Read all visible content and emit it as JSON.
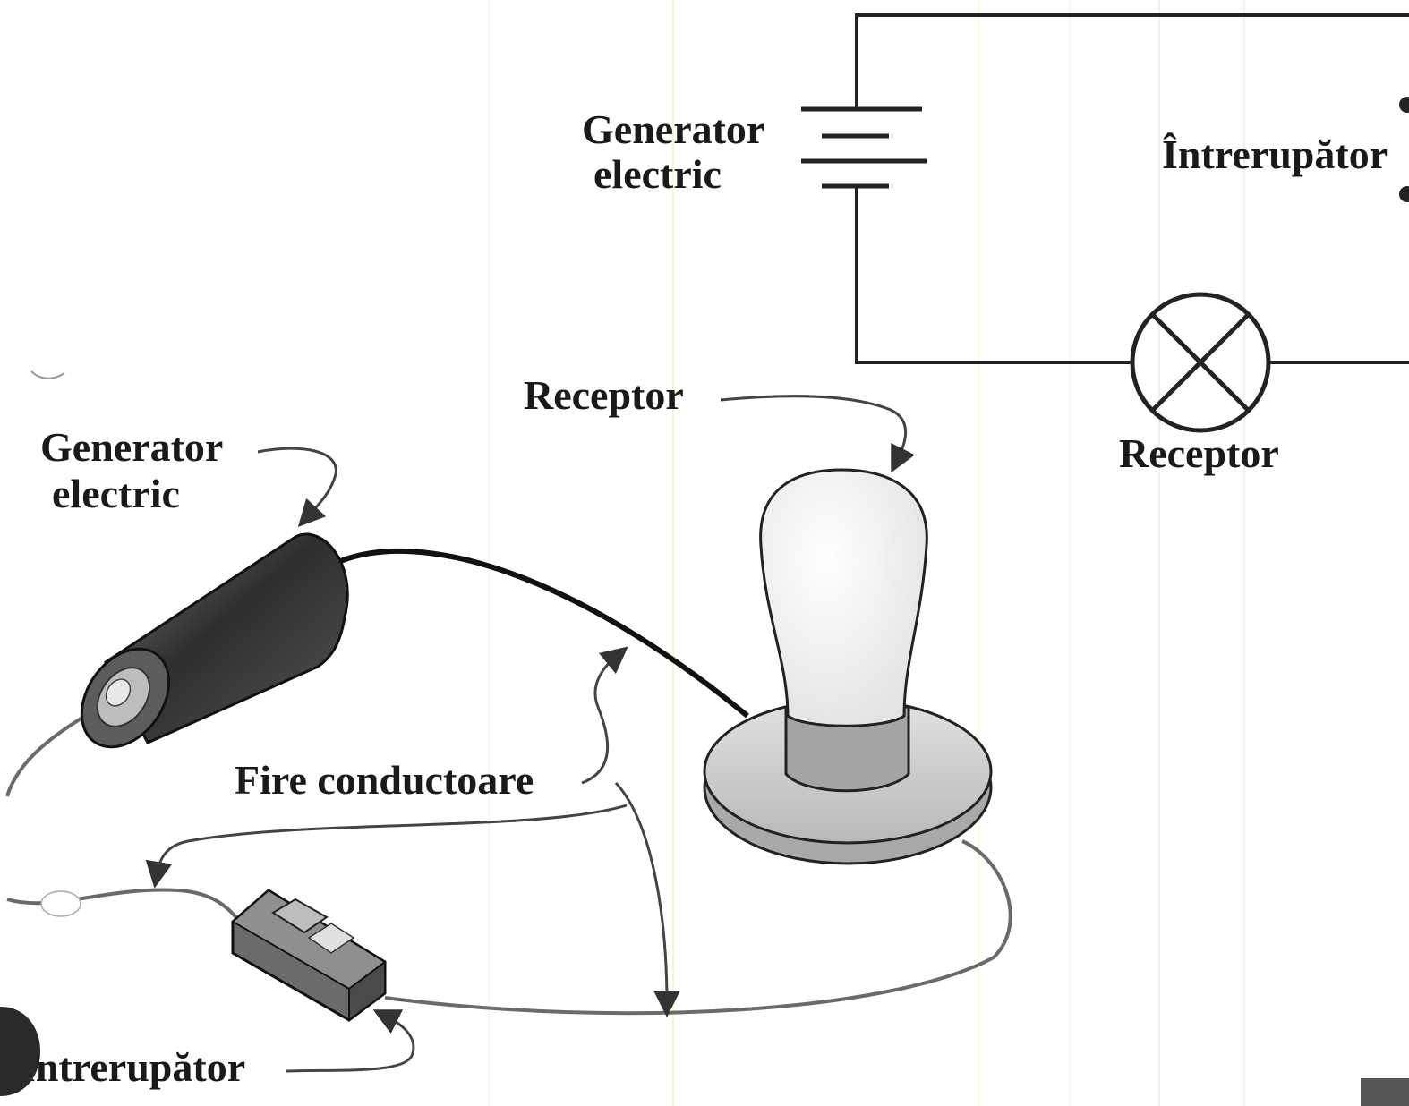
{
  "schematic": {
    "generator_label": [
      "Generator",
      "electric"
    ],
    "switch_label": "Întrerupător",
    "receptor_label": "Receptor"
  },
  "illustration": {
    "receptor_label": "Receptor",
    "generator_label": [
      "Generator",
      "electric"
    ],
    "wires_label": "Fire conductoare",
    "switch_label": "Întrerupător"
  },
  "colors": {
    "ink": "#1a1a1a",
    "wire": "#707070",
    "battery_body": "#3a3a3a",
    "bulb_glass": "#f7f7f7",
    "bulb_base": "#cfcfcf",
    "switch_body": "#6b6b6b"
  }
}
